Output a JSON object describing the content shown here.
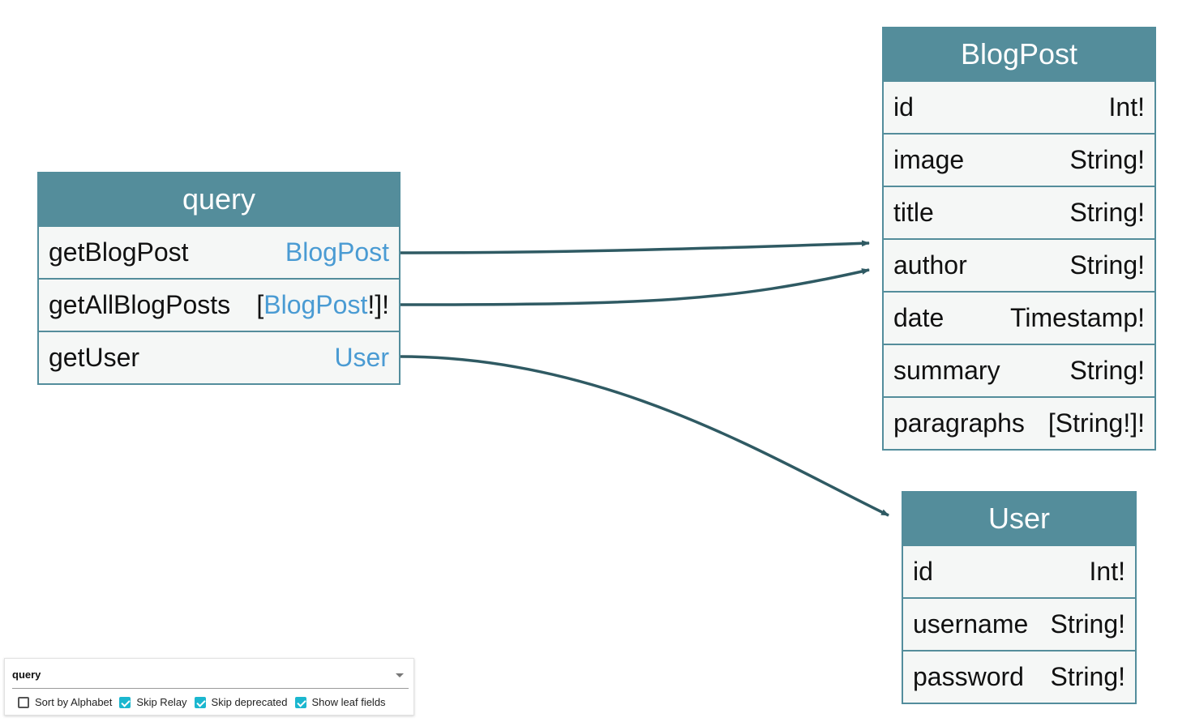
{
  "nodes": {
    "query": {
      "title": "query",
      "fields": [
        {
          "name": "getBlogPost",
          "type_prefix": "",
          "type_link": "BlogPost",
          "type_suffix": ""
        },
        {
          "name": "getAllBlogPosts",
          "type_prefix": "[",
          "type_link": "BlogPost",
          "type_suffix": "!]!"
        },
        {
          "name": "getUser",
          "type_prefix": "",
          "type_link": "User",
          "type_suffix": ""
        }
      ]
    },
    "blogpost": {
      "title": "BlogPost",
      "fields": [
        {
          "name": "id",
          "type": "Int!"
        },
        {
          "name": "image",
          "type": "String!"
        },
        {
          "name": "title",
          "type": "String!"
        },
        {
          "name": "author",
          "type": "String!"
        },
        {
          "name": "date",
          "type": "Timestamp!"
        },
        {
          "name": "summary",
          "type": "String!"
        },
        {
          "name": "paragraphs",
          "type": "[String!]!"
        }
      ]
    },
    "user": {
      "title": "User",
      "fields": [
        {
          "name": "id",
          "type": "Int!"
        },
        {
          "name": "username",
          "type": "String!"
        },
        {
          "name": "password",
          "type": "String!"
        }
      ]
    }
  },
  "panel": {
    "root_select": "query",
    "options": [
      {
        "label": "Sort by Alphabet",
        "checked": false
      },
      {
        "label": "Skip Relay",
        "checked": true
      },
      {
        "label": "Skip deprecated",
        "checked": true
      },
      {
        "label": "Show leaf fields",
        "checked": true
      }
    ]
  },
  "colors": {
    "header": "#548d9b",
    "link_type": "#4a9bd3",
    "edge": "#2f5a63",
    "checkbox": "#1bb7cf"
  }
}
